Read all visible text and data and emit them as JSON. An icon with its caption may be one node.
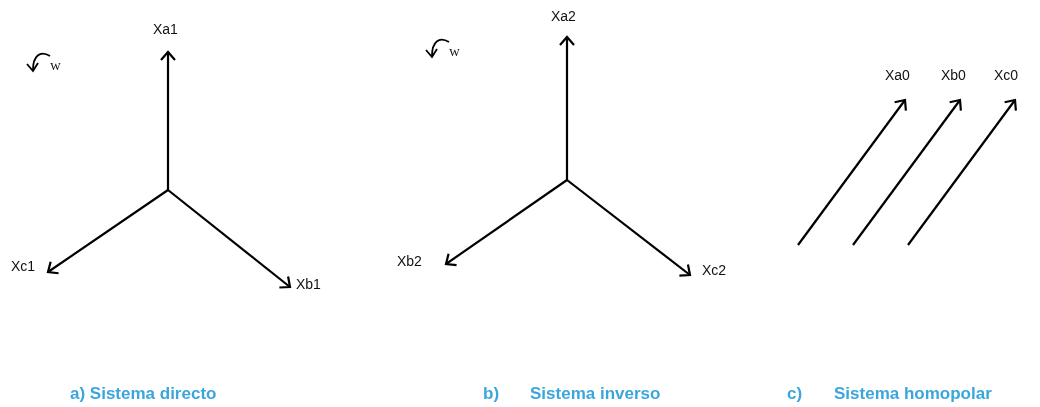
{
  "diagram": {
    "nodes": [
      {
        "text": [
          "Xa1"
        ]
      },
      {
        "text": [
          "Xc1"
        ]
      },
      {
        "text": [
          "Xb1"
        ]
      },
      {
        "text": [
          "Xa2"
        ]
      },
      {
        "text": [
          "Xb2"
        ]
      },
      {
        "text": [
          "Xc2"
        ]
      },
      {
        "text": [
          "Xa0"
        ]
      },
      {
        "text": [
          "Xb0"
        ]
      },
      {
        "text": [
          "Xc0"
        ]
      }
    ],
    "edges": [
      {
        "from": null,
        "to": 0,
        "arrow": "to"
      },
      {
        "from": null,
        "to": 1,
        "arrow": "to"
      },
      {
        "from": null,
        "to": 2,
        "arrow": "to"
      },
      {
        "from": null,
        "to": 3,
        "arrow": "to"
      },
      {
        "from": null,
        "to": 4,
        "arrow": "to"
      },
      {
        "from": null,
        "to": 5,
        "arrow": "to"
      },
      {
        "from": null,
        "to": 6,
        "arrow": "to"
      },
      {
        "from": null,
        "to": 7,
        "arrow": "to"
      },
      {
        "from": null,
        "to": 8,
        "arrow": "to"
      }
    ],
    "labels": [
      "w",
      "w",
      "a) Sistema directo",
      "b)",
      "Sistema inverso",
      "c)",
      "Sistema homopolar"
    ]
  }
}
